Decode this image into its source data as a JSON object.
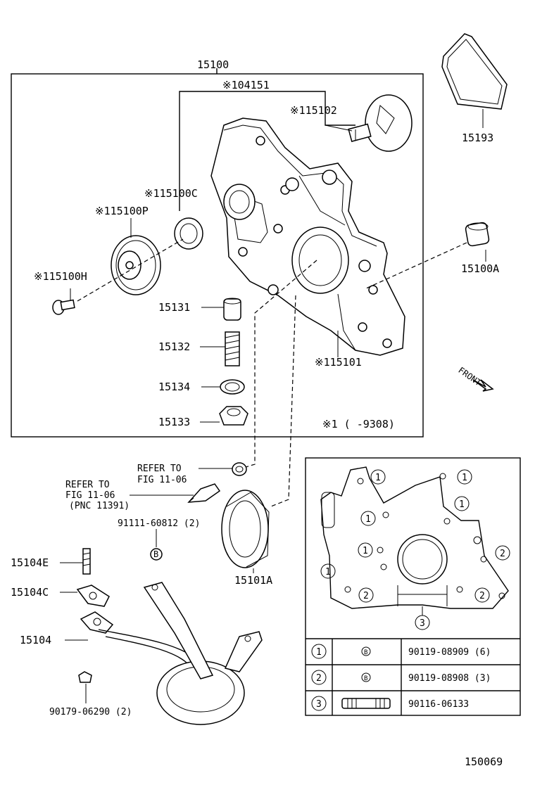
{
  "diagram_id": "150069",
  "assembly": {
    "label": "15100",
    "subassembly_label": "※104151",
    "footnote": "※1 (   -9308)"
  },
  "parts": [
    {
      "id": "p15102",
      "label": "※115102"
    },
    {
      "id": "p15100C",
      "label": "※115100C"
    },
    {
      "id": "p15100P",
      "label": "※115100P"
    },
    {
      "id": "p15100H",
      "label": "※115100H"
    },
    {
      "id": "p15131",
      "label": "15131"
    },
    {
      "id": "p15132",
      "label": "15132"
    },
    {
      "id": "p15134",
      "label": "15134"
    },
    {
      "id": "p15133",
      "label": "15133"
    },
    {
      "id": "p15101",
      "label": "※115101"
    },
    {
      "id": "p15100A",
      "label": "15100A"
    },
    {
      "id": "p15193",
      "label": "15193"
    },
    {
      "id": "p15101A",
      "label": "15101A"
    },
    {
      "id": "p15104E",
      "label": "15104E"
    },
    {
      "id": "p15104C",
      "label": "15104C"
    },
    {
      "id": "p15104",
      "label": "15104"
    },
    {
      "id": "p90179",
      "label": "90179-06290 (2)"
    },
    {
      "id": "p91111",
      "label": "91111-60812 (2)"
    }
  ],
  "refer1": {
    "line1": "REFER TO",
    "line2": "FIG 11-06"
  },
  "refer2": {
    "line1": "REFER TO",
    "line2": "FIG 11-06",
    "line3": "(PNC 11391)"
  },
  "front_label": "FRONT",
  "fastener_table": {
    "diagram_markers": [
      "1",
      "2",
      "3"
    ],
    "rows": [
      {
        "key": "1",
        "symbol": "B",
        "part": "90119-08909 (6)"
      },
      {
        "key": "2",
        "symbol": "B",
        "part": "90119-08908 (3)"
      },
      {
        "key": "3",
        "symbol": "stud",
        "part": "90116-06133"
      }
    ]
  },
  "bolt_symbol": "B"
}
